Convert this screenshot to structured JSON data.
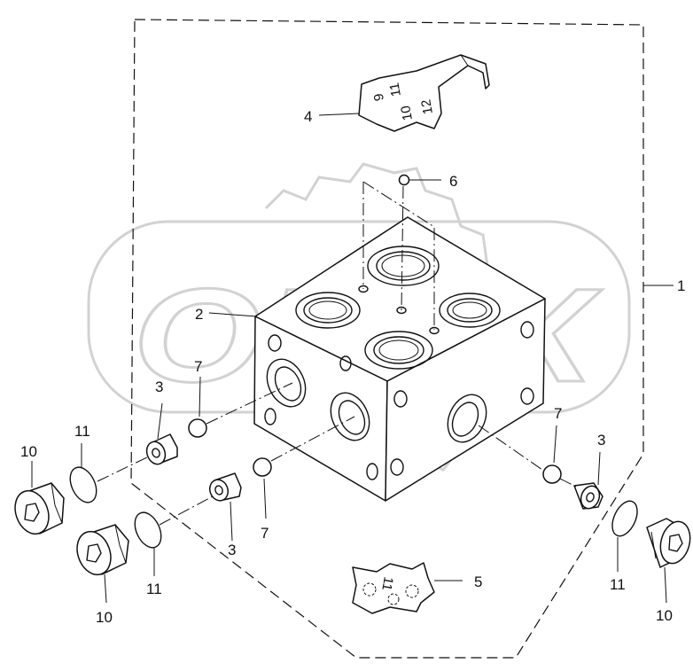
{
  "watermark": {
    "text": "OPEX",
    "color": "#d2d2d2"
  },
  "callouts": {
    "c1": "1",
    "c2": "2",
    "c3a": "3",
    "c3b": "3",
    "c3c": "3",
    "c4": "4",
    "c5": "5",
    "c6": "6",
    "c7a": "7",
    "c7b": "7",
    "c7c": "7",
    "c10a": "10",
    "c10b": "10",
    "c10c": "10",
    "c11a": "11",
    "c11b": "11",
    "c11c": "11"
  },
  "tag4": {
    "n1": "11",
    "n2": "9",
    "n3": "12",
    "n4": "10"
  },
  "tag5": {
    "n1": "11"
  }
}
